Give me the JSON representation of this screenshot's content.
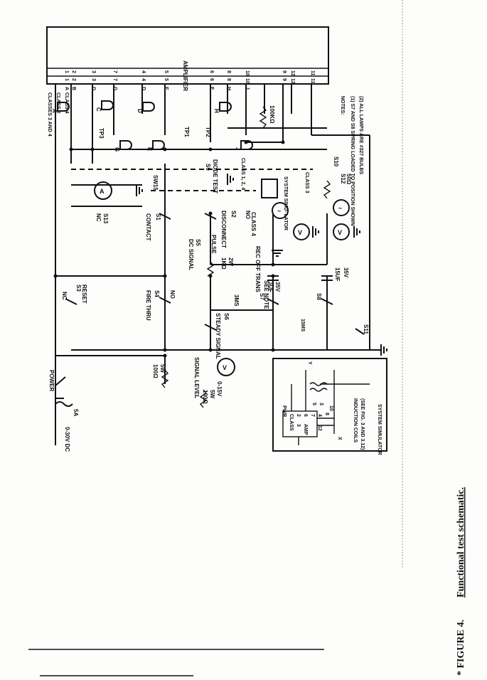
{
  "figure": {
    "caption_prefix": "* FIGURE 4.",
    "caption_title": "Functional test schematic."
  },
  "amplifier": {
    "label": "AMPLIFIER",
    "column_headers": [
      "CLASS 4",
      "CLASS 2",
      "CLASSES 3 AND 4"
    ],
    "rows": [
      {
        "class4": "A",
        "class2": "1",
        "class3and4": "1"
      },
      {
        "class4": "B",
        "class2": "2",
        "class3and4": "2"
      },
      {
        "class4": "G",
        "class2": "3",
        "class3and4": "3"
      },
      {
        "class4": "G",
        "class2": "7",
        "class3and4": "7"
      },
      {
        "class4": "D",
        "class2": "4",
        "class3and4": "4"
      },
      {
        "class4": "E",
        "class2": "5",
        "class3and4": "5"
      },
      {
        "class4": "F",
        "class2": "6",
        "class3and4": "6"
      },
      {
        "class4": "H",
        "class2": "8",
        "class3and4": "8"
      },
      {
        "class4": "J",
        "class2": "10",
        "class3and4": "10"
      },
      {
        "class4": "",
        "class2": "9",
        "class3and4": "9"
      },
      {
        "class4": "",
        "class2": "12",
        "class3and4": "12"
      },
      {
        "class4": "",
        "class2": "11",
        "class3and4": "11"
      }
    ]
  },
  "notes": {
    "heading": "NOTES:",
    "items": [
      "(1) S7 AND S8 SPRING LOADED TO POSITION SHOWN",
      "(2) ALL LAMPS ARE #327 BULBS"
    ]
  },
  "components": {
    "power_supply": "0-30V DC",
    "fuse": "5A",
    "power_switch": "POWER",
    "s3": "S3",
    "s3_name": "RESET",
    "s3_type": "NC",
    "s4": "S4",
    "s4_name": "FIRE THRU",
    "s4_type": "NO",
    "r_100_a": "100Ω",
    "r_100_a_rating": "5W",
    "r_100_b": "100Ω",
    "r_100_b_rating": "5W",
    "signal_level": "SIGNAL LEVEL",
    "voltmeter_range": "0-15V",
    "s6": "S6",
    "s6_name": "STEADY SIGNAL",
    "s7": "S7",
    "s7_timing": "3MS",
    "s7_note": "SEE NOTE",
    "s8": "S8",
    "s8_timing": "15MS",
    "r_1k": "1KΩ",
    "r_1k_rating": "2W",
    "c_3uf": "3UF",
    "c_3uf_rating": "35V",
    "c_15uf": "15UF",
    "c_15uf_rating": "35V",
    "s1": "S1",
    "s1_name": "CONTACT",
    "s2": "S2",
    "s2_name": "DISCONNECT",
    "s2_type": "NO",
    "s5": "S5",
    "s5_name": "DC SIGNAL",
    "pulse": "PULSE",
    "class4_label": "CLASS 4",
    "rec_off_trans": "REC OFF TRANS",
    "s13": "S13",
    "s13_type": "NC",
    "sw15": "SW15",
    "tp1": "TP1",
    "tp2": "TP2",
    "tp3": "TP3",
    "s9": "S9",
    "diode_test": "DIODE TEST",
    "class_1_2_4": "CLASS 1, 2, 4",
    "system_simulator_box": "SYSTEM SIMU- LATOR",
    "s10": "S10",
    "class3": "CLASS 3",
    "s12": "S12",
    "r_100k": "100KΩ",
    "r_50": "50Ω",
    "s11": "S11",
    "lamp_labels": [
      "A",
      "C",
      "G",
      "D",
      "E",
      "H",
      "J"
    ],
    "meter_a": "A",
    "meter_v": "V",
    "meter_ac": "~"
  },
  "simulator_inset": {
    "title": "SYSTEM SIMULATOR",
    "pwr": "PWR",
    "class": "CLASS",
    "class_num": "3",
    "amp": "AMP",
    "pins": [
      "2",
      "6",
      "7",
      "4",
      "8",
      "10",
      "3",
      "5",
      "12"
    ],
    "y": "Y",
    "x": "X",
    "coils": "INDUCTION COILS",
    "coils_ref": "(SEE FIG. 3 AND 3.12)"
  },
  "signature": {
    "line_lengths": [
      "long",
      "short"
    ]
  }
}
